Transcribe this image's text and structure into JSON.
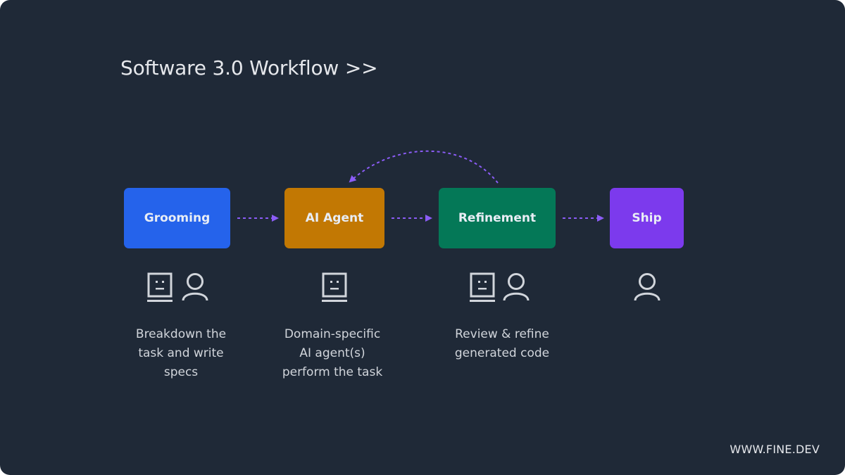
{
  "title": "Software 3.0 Workflow >>",
  "footer": "WWW.FINE.DEV",
  "colors": {
    "background": "#1f2937",
    "grooming": "#2563eb",
    "ai_agent": "#c27803",
    "refinement": "#047857",
    "ship": "#7c3aed",
    "arrow": "#8b5cf6",
    "icon": "#d1d5db"
  },
  "steps": [
    {
      "label": "Grooming",
      "icons": [
        "robot-icon",
        "person-icon"
      ],
      "description": [
        "Breakdown the",
        "task and write",
        "specs"
      ]
    },
    {
      "label": "AI Agent",
      "icons": [
        "robot-icon"
      ],
      "description": [
        "Domain-specific",
        "AI agent(s)",
        "perform the task"
      ]
    },
    {
      "label": "Refinement",
      "icons": [
        "robot-icon",
        "person-icon"
      ],
      "description": [
        "Review & refine",
        "generated code"
      ]
    },
    {
      "label": "Ship",
      "icons": [
        "person-icon"
      ],
      "description": []
    }
  ],
  "connections": [
    {
      "from": "Grooming",
      "to": "AI Agent",
      "style": "dashed"
    },
    {
      "from": "AI Agent",
      "to": "Refinement",
      "style": "dashed"
    },
    {
      "from": "Refinement",
      "to": "Ship",
      "style": "dashed"
    },
    {
      "from": "Refinement",
      "to": "AI Agent",
      "style": "dashed-curved"
    }
  ]
}
